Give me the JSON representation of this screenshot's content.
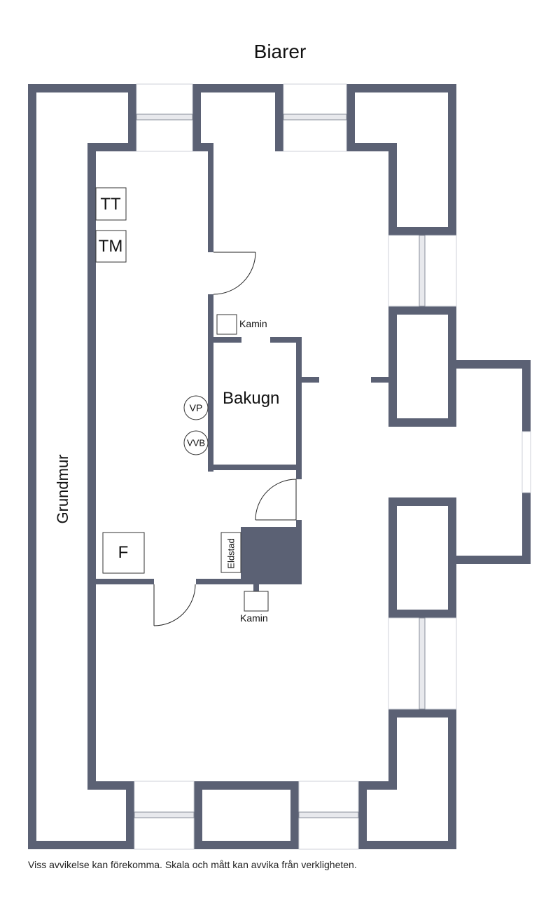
{
  "plan": {
    "title": "Biarer",
    "wall_label": "Grundmur",
    "room_label": "Bakugn",
    "fixtures": {
      "tt": "TT",
      "tm": "TM",
      "f": "F",
      "vp": "VP",
      "vvb": "VVB",
      "kamin_upper": "Kamin",
      "kamin_lower": "Kamin",
      "eldstad": "Eldstad"
    },
    "disclaimer": "Viss avvikelse kan förekomma. Skala och mått kan avvika från verkligheten."
  },
  "colors": {
    "wall": "#5b6174",
    "background": "#ffffff",
    "text": "#111111"
  }
}
